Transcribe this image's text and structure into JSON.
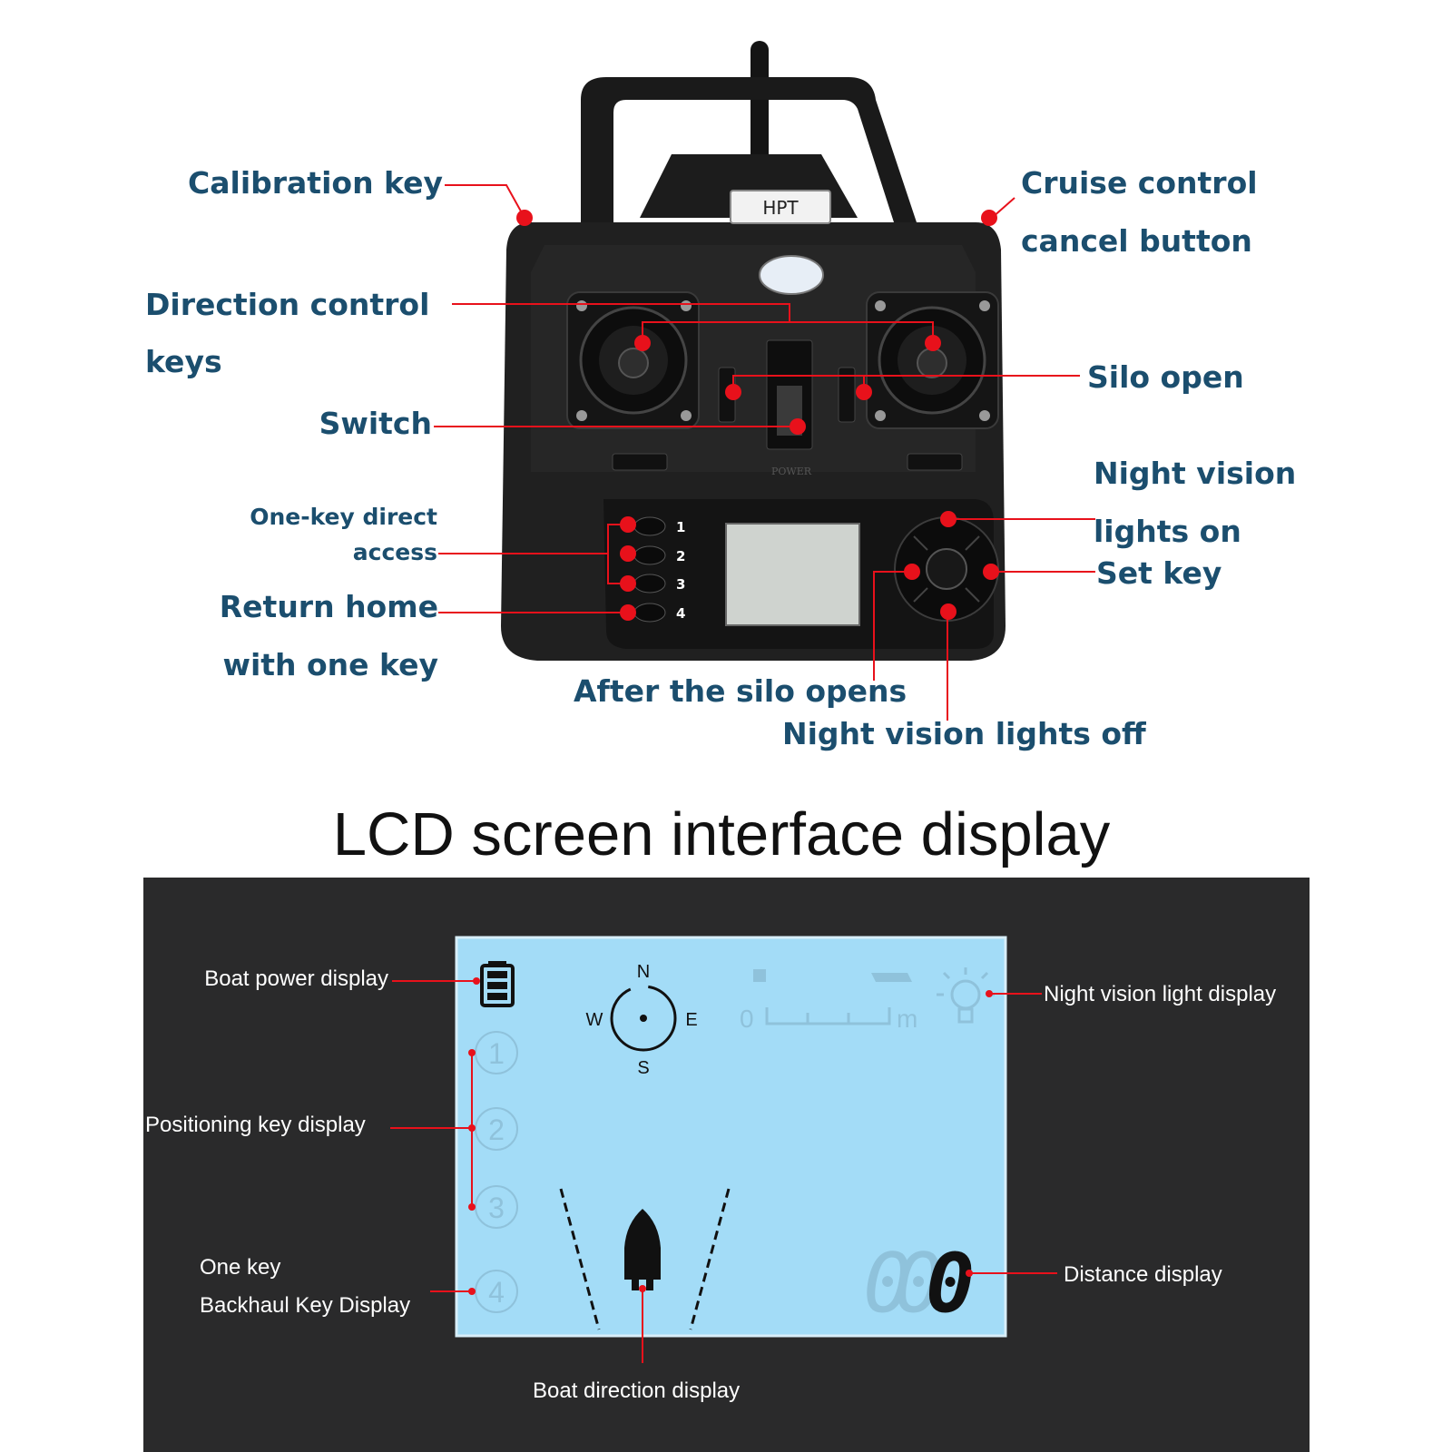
{
  "remote": {
    "brand": "HPT",
    "power_label": "POWER",
    "key_numbers": [
      "1",
      "2",
      "3",
      "4"
    ]
  },
  "callouts": {
    "calibration_key": "Calibration key",
    "cruise_control_1": "Cruise control",
    "cruise_control_2": "cancel button",
    "direction_control_1": "Direction control",
    "direction_control_2": "keys",
    "silo_open": "Silo open",
    "switch": "Switch",
    "night_vision_on_1": "Night vision",
    "night_vision_on_2": "lights on",
    "one_key_access_1": "One-key direct",
    "one_key_access_2": "access",
    "set_key": "Set key",
    "return_home_1": "Return home",
    "return_home_2": "with one key",
    "after_silo": "After the silo opens",
    "night_vision_off": "Night vision lights off"
  },
  "lcd_section": {
    "title": "LCD screen interface display",
    "labels": {
      "boat_power": "Boat power display",
      "night_vision_light": "Night vision light display",
      "positioning_key": "Positioning key display",
      "one_key_1": "One key",
      "one_key_2": "Backhaul Key Display",
      "distance": "Distance display",
      "boat_direction": "Boat direction display"
    },
    "compass": {
      "n": "N",
      "s": "S",
      "e": "E",
      "w": "W"
    },
    "scale": {
      "zero": "0",
      "unit": "m"
    },
    "slots": [
      "1",
      "2",
      "3",
      "4"
    ],
    "distance_digits": [
      "0",
      "0",
      "0"
    ]
  },
  "colors": {
    "label_blue": "#1b4e6e",
    "pointer_red": "#e8111b",
    "lcd_bg": "#a3dcf7",
    "panel_bg": "#2a2a2b"
  }
}
